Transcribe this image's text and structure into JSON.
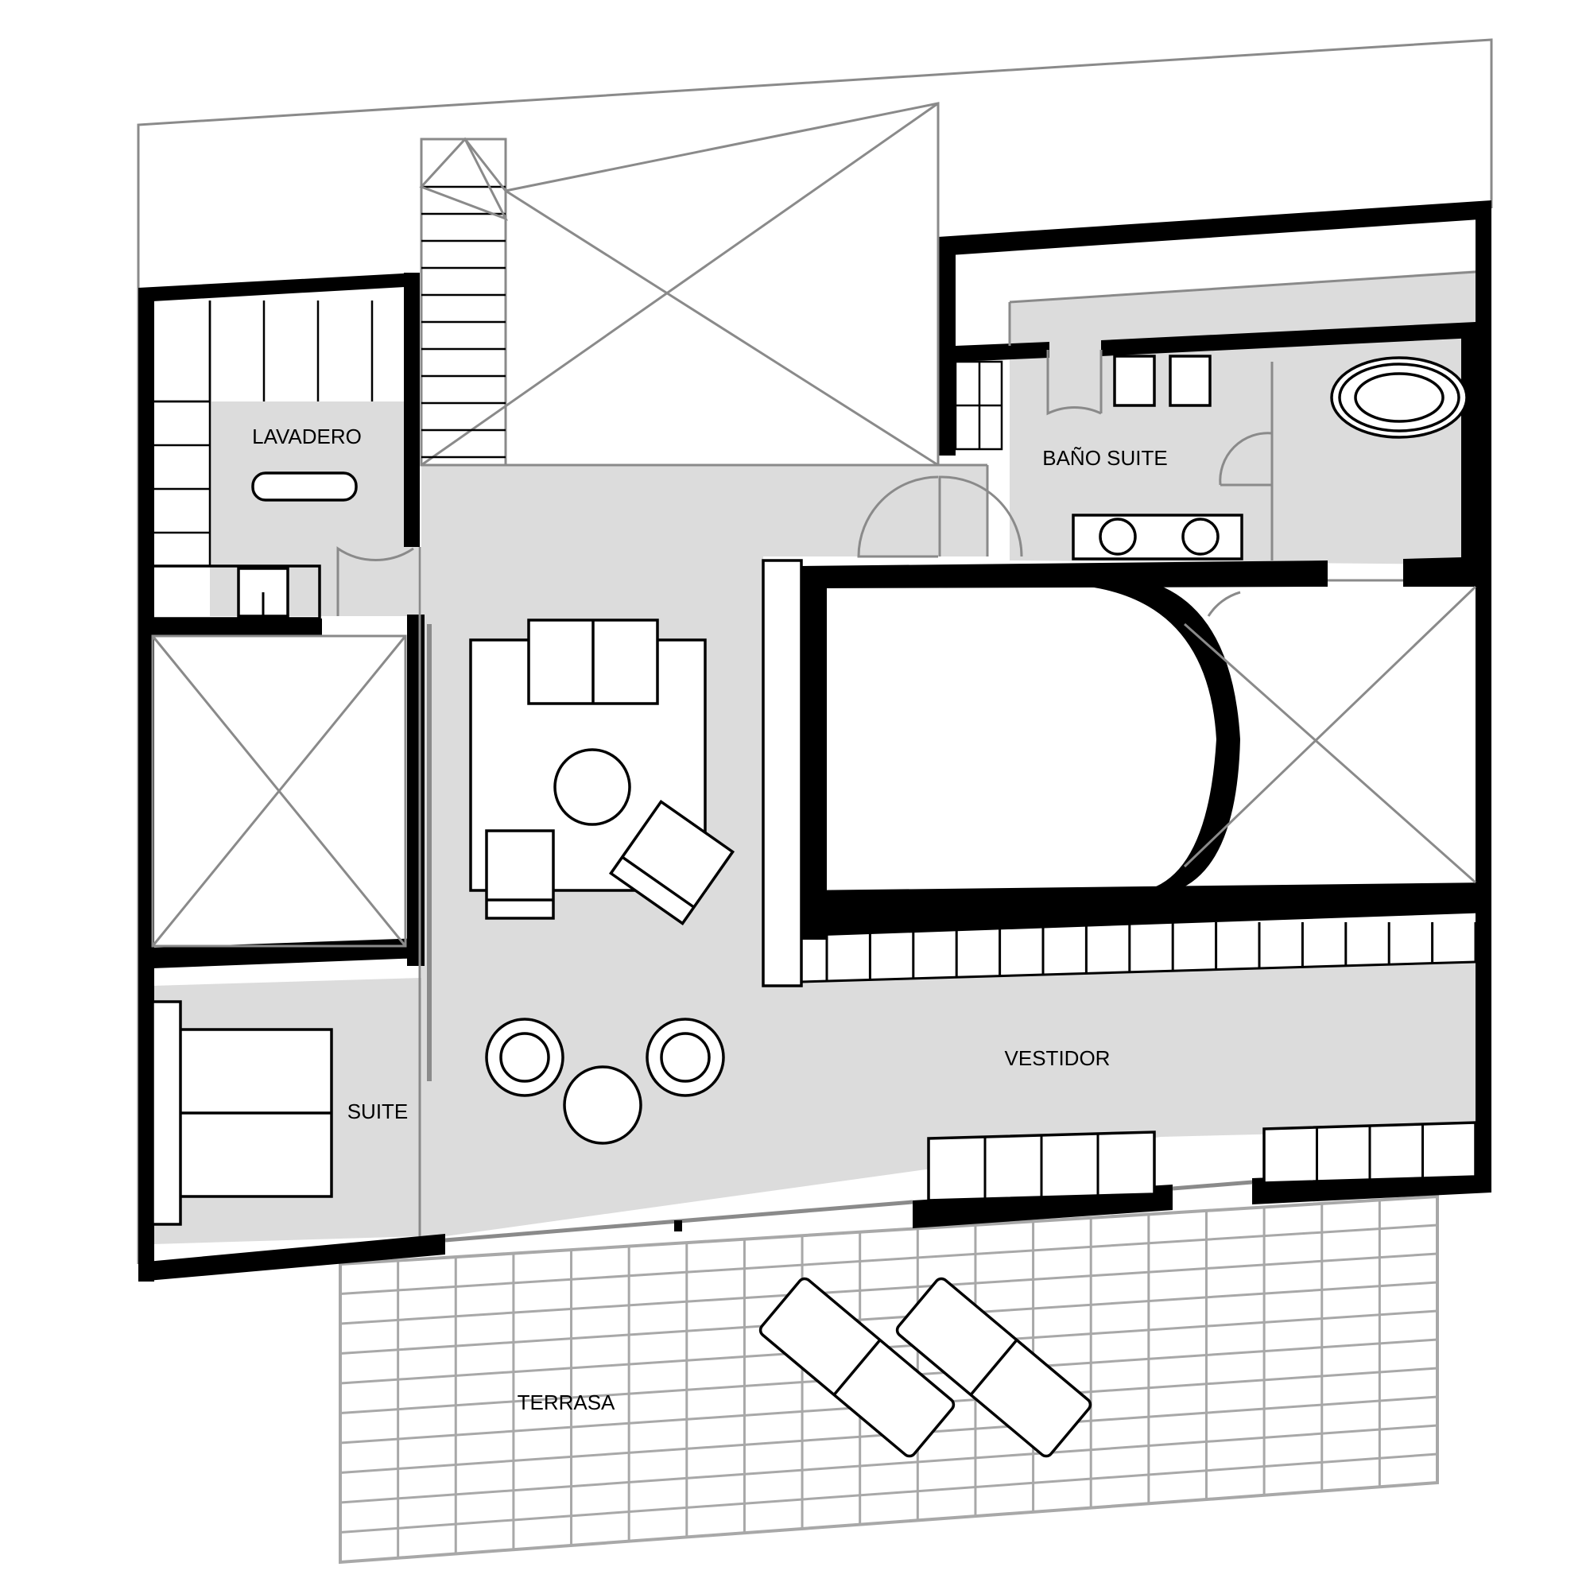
{
  "rooms": {
    "lavadero": "LAVADERO",
    "bano_suite": "BAÑO SUITE",
    "vestidor": "VESTIDOR",
    "suite": "SUITE",
    "terrasa": "TERRASA"
  }
}
